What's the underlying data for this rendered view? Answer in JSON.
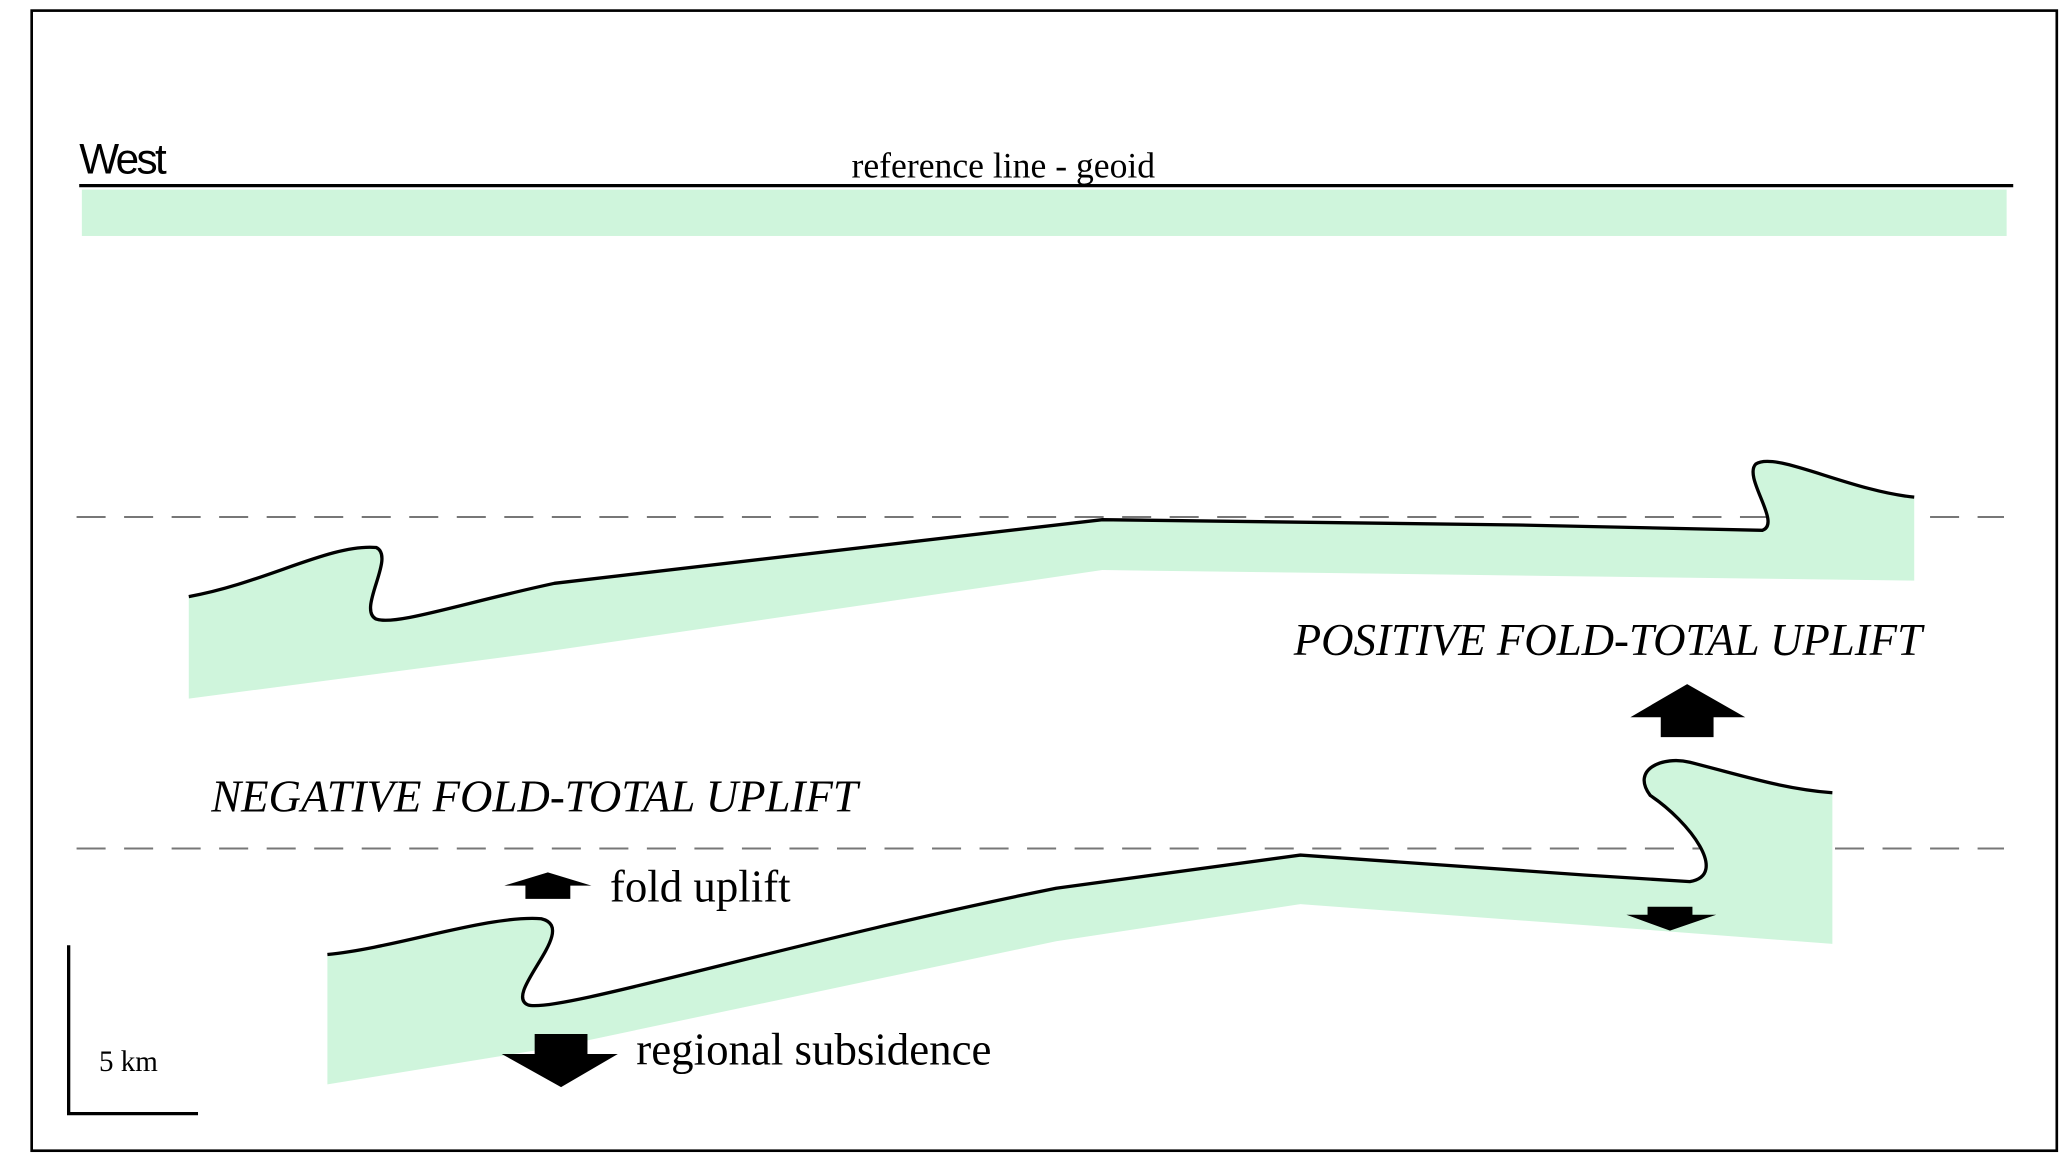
{
  "labels": {
    "west": "West",
    "reference_line": "reference line - geoid",
    "positive": "POSITIVE FOLD-TOTAL UPLIFT",
    "negative": "NEGATIVE FOLD-TOTAL UPLIFT",
    "fold_uplift": "fold uplift",
    "regional_subsidence": "regional subsidence",
    "scale": "5 km"
  },
  "colors": {
    "layer_fill": "#cff5dc",
    "line": "#000000",
    "dashed": "#777777"
  }
}
